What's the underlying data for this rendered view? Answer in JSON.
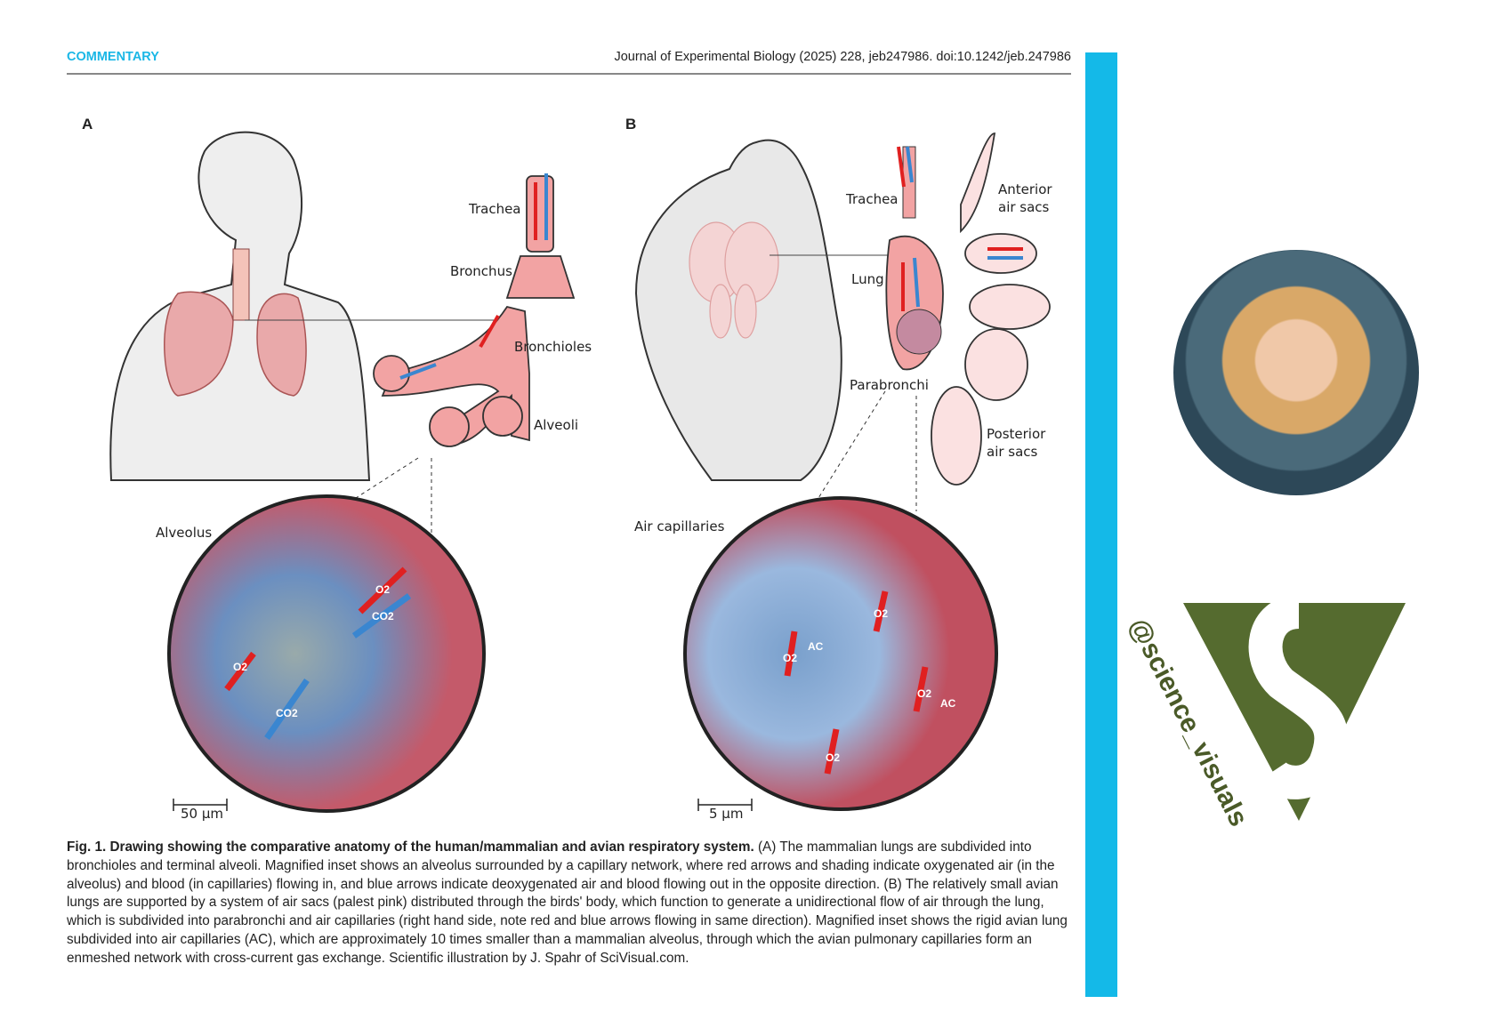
{
  "header": {
    "section": "COMMENTARY",
    "citation": "Journal of Experimental Biology (2025) 228, jeb247986. doi:10.1242/jeb.247986"
  },
  "figure": {
    "panel_a": {
      "letter": "A",
      "labels": {
        "trachea": "Trachea",
        "bronchus": "Bronchus",
        "bronchioles": "Bronchioles",
        "alveoli": "Alveoli",
        "alveolus": "Alveolus"
      },
      "inset_labels": {
        "o2_top": "O2",
        "co2_top": "CO2",
        "o2_left": "O2",
        "co2_center": "CO2"
      },
      "scale_bar": "50 µm"
    },
    "panel_b": {
      "letter": "B",
      "labels": {
        "trachea": "Trachea",
        "anterior_air_sacs_1": "Anterior",
        "anterior_air_sacs_2": "air sacs",
        "lung": "Lung",
        "parabronchi": "Parabronchi",
        "posterior_air_sacs_1": "Posterior",
        "posterior_air_sacs_2": "air sacs",
        "air_capillaries": "Air capillaries"
      },
      "inset_labels": {
        "ac_1": "AC",
        "ac_2": "AC",
        "o2_1": "O2",
        "o2_2": "O2",
        "o2_3": "O2",
        "o2_4": "O2"
      },
      "scale_bar": "5 µm"
    }
  },
  "caption": {
    "title": "Fig. 1. Drawing showing the comparative anatomy of the human/mammalian and avian respiratory system.",
    "body": " (A) The mammalian lungs are subdivided into bronchioles and terminal alveoli. Magnified inset shows an alveolus surrounded by a capillary network, where red arrows and shading indicate oxygenated air (in the alveolus) and blood (in capillaries) flowing in, and blue arrows indicate deoxygenated air and blood flowing out in the opposite direction. (B) The relatively small avian lungs are supported by a system of air sacs (palest pink) distributed through the birds' body, which function to generate a unidirectional flow of air through the lung, which is subdivided into parabronchi and air capillaries (right hand side, note red and blue arrows flowing in same direction). Magnified inset shows the rigid avian lung subdivided into air capillaries (AC), which are approximately 10 times smaller than a mammalian alveolus, through which the avian pulmonary capillaries form an enmeshed network with cross-current gas exchange. Scientific illustration by J. Spahr of SciVisual.com."
  },
  "sidebar": {
    "handle": "@science_visuals"
  },
  "colors": {
    "accent": "#14b9e8",
    "oxygen": "#e02020",
    "co2": "#3a86d0",
    "tissue": "#f4b8b8"
  }
}
